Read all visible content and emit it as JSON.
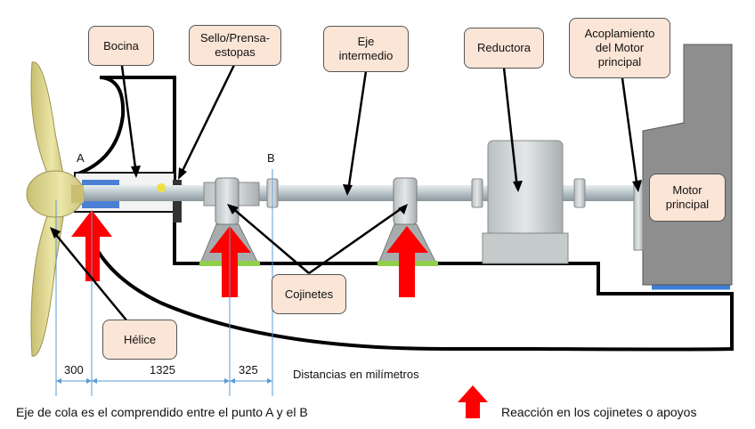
{
  "callouts": {
    "bocina": "Bocina",
    "sello": "Sello/Prensa-\nestopas",
    "eje_intermedio": "Eje\nintermedio",
    "reductora": "Reductora",
    "acoplamiento": "Acoplamiento\ndel Motor\nprincipal",
    "motor": "Motor\nprincipal",
    "cojinetes": "Cojinetes",
    "helice": "Hélice"
  },
  "points": {
    "a": "A",
    "b": "B"
  },
  "dimensions": {
    "d1": "300",
    "d2": "1325",
    "d3": "325"
  },
  "units_note": "Distancias en milímetros",
  "footer_note": "Eje de cola es el comprendido entre el punto A y el B",
  "legend": {
    "label": "Reacción en los cojinetes o apoyos",
    "arrow_color": "#ff0000"
  },
  "colors": {
    "callout_fill": "#fbe5d6",
    "reaction_arrow": "#ff0000",
    "bearing_base": "#8fcf4b",
    "seal_blue": "#4a7fd4"
  }
}
